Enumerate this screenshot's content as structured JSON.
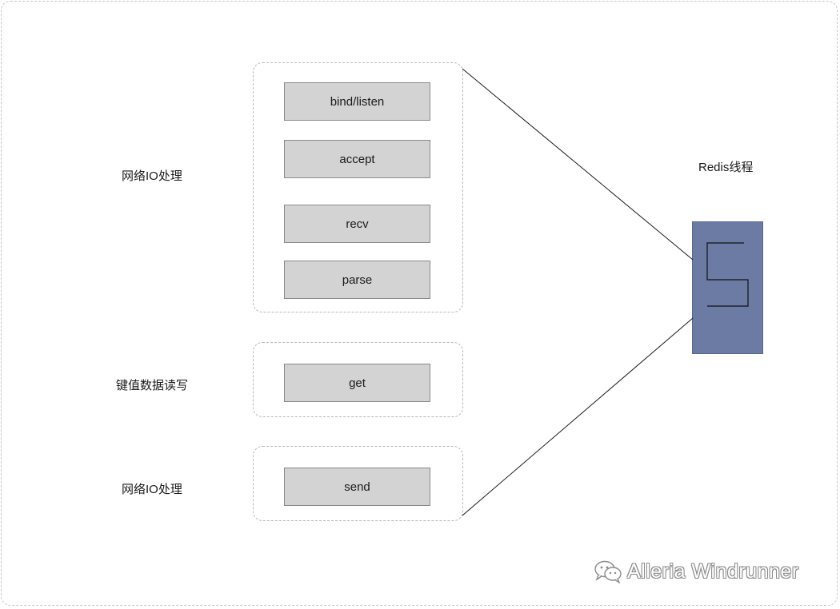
{
  "groups": {
    "network_in": {
      "label": "网络IO处理",
      "steps": [
        "bind/listen",
        "accept",
        "recv",
        "parse"
      ]
    },
    "kv": {
      "label": "键值数据读写",
      "steps": [
        "get"
      ]
    },
    "network_out": {
      "label": "网络IO处理",
      "steps": [
        "send"
      ]
    }
  },
  "thread": {
    "label": "Redis线程",
    "fill_color": "#6b7ba4"
  },
  "watermark": {
    "icon": "wechat-icon",
    "text": "Alleria Windrunner"
  }
}
